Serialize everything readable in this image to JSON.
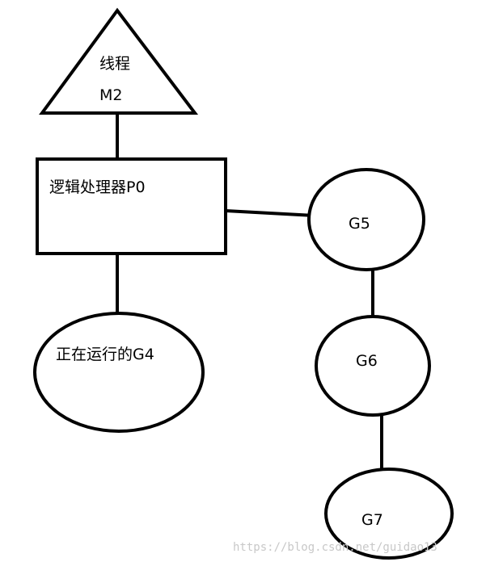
{
  "diagram": {
    "thread": {
      "line1": "线程",
      "line2": "M2"
    },
    "processor": {
      "label": "逻辑处理器P0"
    },
    "running": {
      "label": "正在运行的G4"
    },
    "queue": [
      {
        "label": "G5"
      },
      {
        "label": "G6"
      },
      {
        "label": "G7"
      }
    ],
    "watermark": "https://blog.csdn.net/guidao13"
  },
  "colors": {
    "stroke": "#000000",
    "background": "#ffffff",
    "watermark": "#c8c8c8"
  }
}
